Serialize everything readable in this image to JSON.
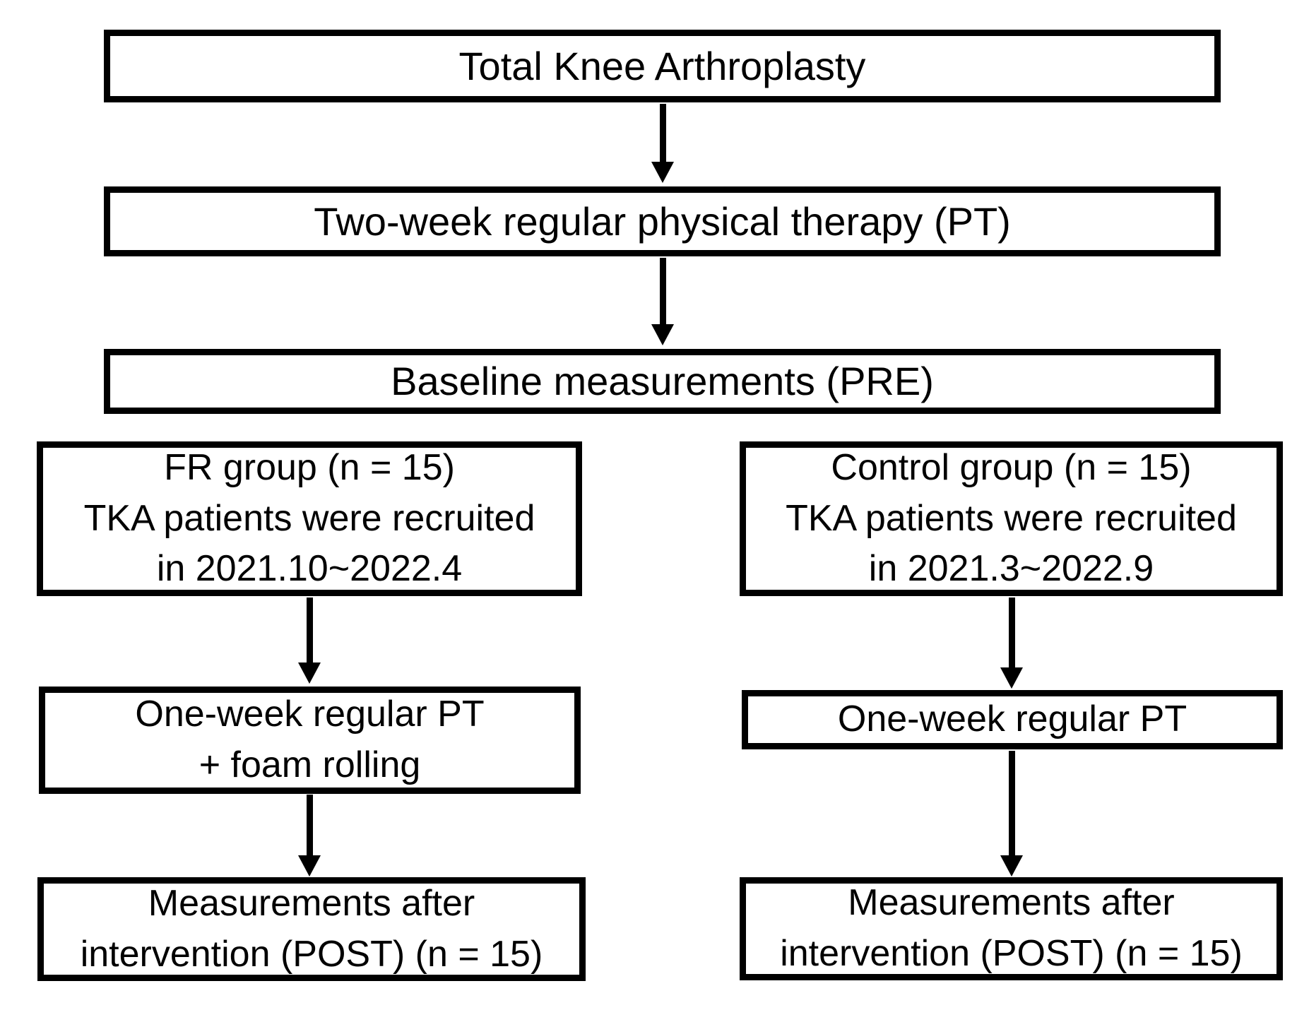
{
  "diagram": {
    "type": "flowchart",
    "title": "Total Knee Arthroplasty study design flowchart",
    "colors": {
      "background": "#ffffff",
      "box_fill": "#ffffff",
      "box_border": "#000000",
      "text": "#000000",
      "arrow": "#000000"
    },
    "nodes": {
      "tka": {
        "lines": [
          "Total Knee Arthroplasty"
        ]
      },
      "two_week_pt": {
        "lines": [
          "Two-week regular physical therapy (PT)"
        ]
      },
      "baseline": {
        "lines": [
          "Baseline measurements (PRE)"
        ]
      },
      "fr_group": {
        "lines": [
          "FR group (n = 15)",
          "TKA patients were recruited",
          "in 2021.10~2022.4"
        ]
      },
      "control_group": {
        "lines": [
          "Control group (n = 15)",
          "TKA patients were recruited",
          "in 2021.3~2022.9"
        ]
      },
      "fr_intervention": {
        "lines": [
          "One-week regular PT",
          "+ foam rolling"
        ]
      },
      "control_intervention": {
        "lines": [
          "One-week regular PT"
        ]
      },
      "fr_post": {
        "lines": [
          "Measurements after",
          "intervention (POST) (n = 15)"
        ]
      },
      "control_post": {
        "lines": [
          "Measurements after",
          "intervention (POST) (n = 15)"
        ]
      }
    },
    "edges": [
      {
        "from": "tka",
        "to": "two_week_pt"
      },
      {
        "from": "two_week_pt",
        "to": "baseline"
      },
      {
        "from": "fr_group",
        "to": "fr_intervention"
      },
      {
        "from": "fr_intervention",
        "to": "fr_post"
      },
      {
        "from": "control_group",
        "to": "control_intervention"
      },
      {
        "from": "control_intervention",
        "to": "control_post"
      }
    ]
  }
}
